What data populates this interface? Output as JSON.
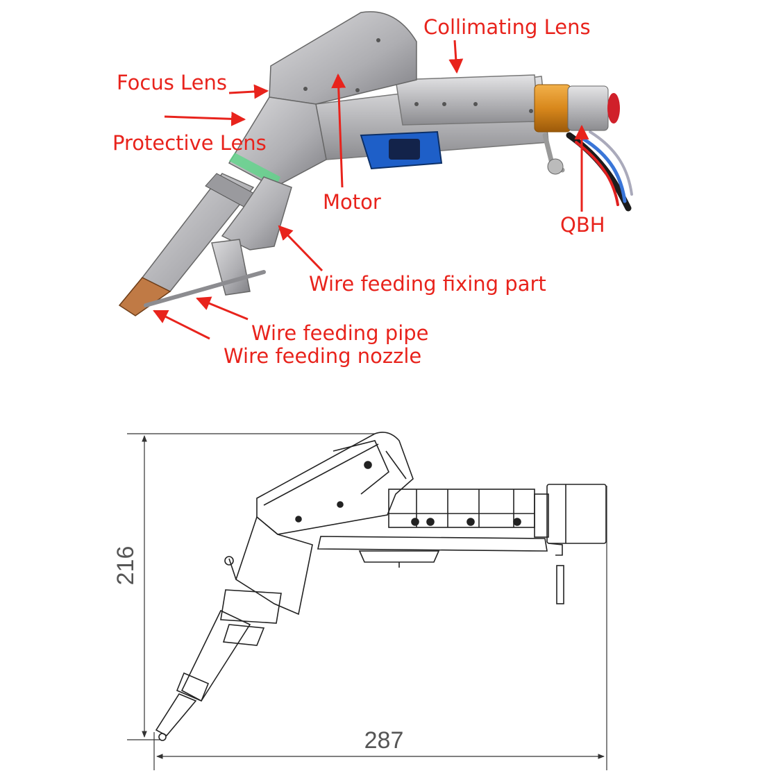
{
  "callouts": {
    "collimating_lens": "Collimating Lens",
    "focus_lens": "Focus Lens",
    "protective_lens": "Protective Lens",
    "motor": "Motor",
    "qbh": "QBH",
    "wire_feeding_fixing_part": "Wire feeding fixing part",
    "wire_feeding_pipe": "Wire feeding pipe",
    "wire_feeding_nozzle": "Wire feeding nozzle"
  },
  "dimensions": {
    "height": "216",
    "width": "287"
  },
  "colors": {
    "callout": "#e8231c",
    "metal": "#b9b9bb",
    "copper": "#c07a45",
    "orange_ring": "#e0901e",
    "motor_blue": "#1e5fc8",
    "qbh_red": "#d0202a"
  }
}
